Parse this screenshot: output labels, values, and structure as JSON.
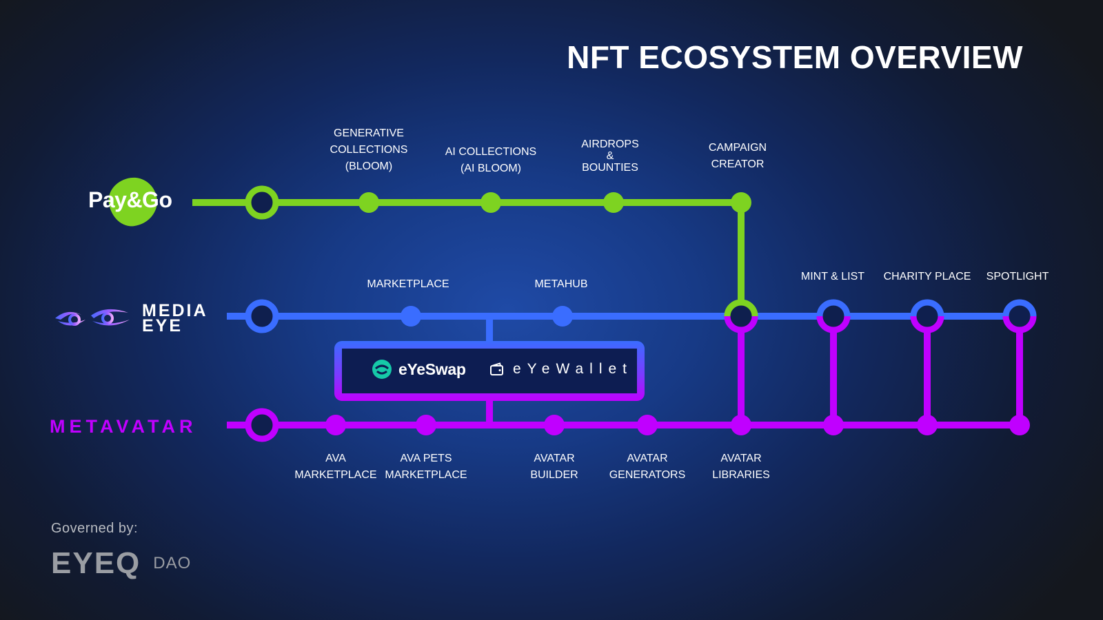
{
  "title": "NFT ECOSYSTEM OVERVIEW",
  "brands": {
    "paygo": "Pay&Go",
    "mediaeye_line1": "MEDIA",
    "mediaeye_line2": "EYE",
    "metavatar": "METAVATAR"
  },
  "hub": {
    "eyeswap": "eYeSwap",
    "eyewallet": "eYeWallet"
  },
  "green_line": {
    "color": "#7ed321",
    "stations": [
      {
        "id": "generative",
        "lines": [
          "GENERATIVE",
          "COLLECTIONS",
          "(BLOOM)"
        ]
      },
      {
        "id": "ai-collections",
        "lines": [
          "AI COLLECTIONS",
          "(AI BLOOM)"
        ]
      },
      {
        "id": "airdrops",
        "lines": [
          "AIRDROPS",
          "&",
          "BOUNTIES"
        ]
      },
      {
        "id": "campaign",
        "lines": [
          "CAMPAIGN",
          "CREATOR"
        ]
      }
    ]
  },
  "blue_line": {
    "color": "#3a6dff",
    "stations": [
      {
        "id": "marketplace",
        "lines": [
          "MARKETPLACE"
        ]
      },
      {
        "id": "metahub",
        "lines": [
          "METAHUB"
        ]
      },
      {
        "id": "mint-list",
        "lines": [
          "MINT & LIST"
        ]
      },
      {
        "id": "charity",
        "lines": [
          "CHARITY PLACE"
        ]
      },
      {
        "id": "spotlight",
        "lines": [
          "SPOTLIGHT"
        ]
      }
    ]
  },
  "purple_line": {
    "color": "#c000ff",
    "stations": [
      {
        "id": "ava-marketplace",
        "lines": [
          "AVA",
          "MARKETPLACE"
        ]
      },
      {
        "id": "ava-pets",
        "lines": [
          "AVA PETS",
          "MARKETPLACE"
        ]
      },
      {
        "id": "avatar-builder",
        "lines": [
          "AVATAR",
          "BUILDER"
        ]
      },
      {
        "id": "avatar-generators",
        "lines": [
          "AVATAR",
          "GENERATORS"
        ]
      },
      {
        "id": "avatar-libraries",
        "lines": [
          "AVATAR",
          "LIBRARIES"
        ]
      }
    ]
  },
  "footer": {
    "governed": "Governed  by:",
    "eyeq": "EYEQ",
    "dao": "DAO"
  }
}
